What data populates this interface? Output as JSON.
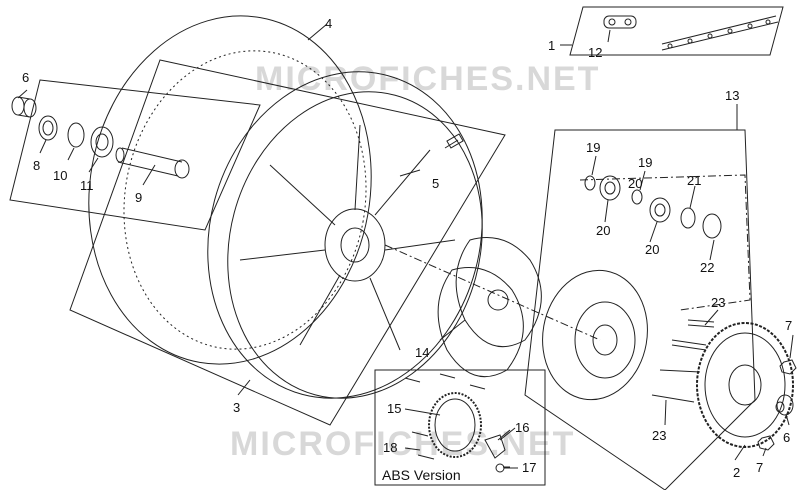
{
  "watermark": {
    "text_top": "MICROFICHES.NET",
    "text_bottom": "MICROFICHES.NET",
    "color": "#d8d8d8"
  },
  "colors": {
    "line": "#222222",
    "label": "#111111",
    "background": "#ffffff"
  },
  "callouts": {
    "c1": "1",
    "c2": "2",
    "c3": "3",
    "c4": "4",
    "c5": "5",
    "c6a": "6",
    "c6b": "6",
    "c7a": "7",
    "c7b": "7",
    "c8": "8",
    "c9": "9",
    "c10": "10",
    "c11": "11",
    "c12": "12",
    "c13": "13",
    "c14": "14",
    "c15": "15",
    "c16": "16",
    "c17": "17",
    "c18": "18",
    "c19a": "19",
    "c19b": "19",
    "c20a": "20",
    "c20b": "20",
    "c20c": "20",
    "c21": "21",
    "c22": "22",
    "c23a": "23",
    "c23b": "23"
  },
  "abs_box": {
    "label": "ABS Version"
  }
}
